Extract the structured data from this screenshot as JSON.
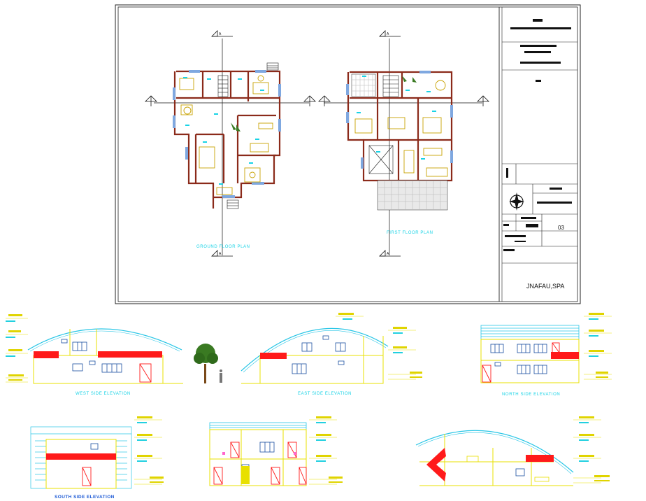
{
  "drawing": {
    "title_block": {
      "firm_name": "JNAFAU,SPA",
      "sheet_number": "03"
    },
    "plans": [
      {
        "caption": "GROUND FLOOR PLAN"
      },
      {
        "caption": "FIRST FLOOR PLAN"
      }
    ],
    "elevations": [
      {
        "caption": "WEST SIDE ELEVATION"
      },
      {
        "caption": "EAST SIDE ELEVATION"
      },
      {
        "caption": "NORTH SIDE ELEVATION"
      },
      {
        "caption": "SOUTH SIDE ELEVATION"
      }
    ],
    "section_markers": {
      "label": "A"
    },
    "colors": {
      "wall": "#8b2a1a",
      "window": "#7fa8e0",
      "furniture": "#c8a200",
      "annotation": "#19d3e6",
      "elevation_line": "#e8e000",
      "highlight": "#ff1a1a",
      "roof": "#29c6e6",
      "tree": "#3a7a22"
    }
  }
}
